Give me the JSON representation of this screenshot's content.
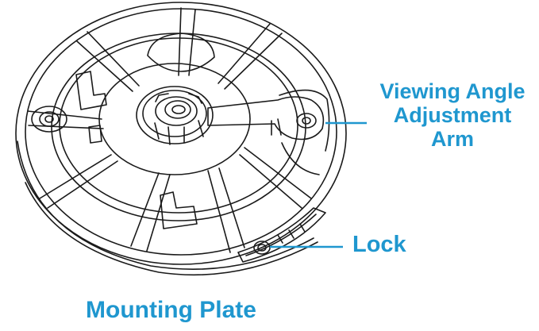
{
  "labels": {
    "arm": [
      "Viewing Angle",
      "Adjustment",
      "Arm"
    ],
    "lock": "Lock",
    "title": "Mounting Plate"
  },
  "colors": {
    "label_text": "#1f97cf",
    "leader_line": "#1f97cf",
    "drawing_stroke": "#1a1a1a",
    "background": "#ffffff"
  }
}
